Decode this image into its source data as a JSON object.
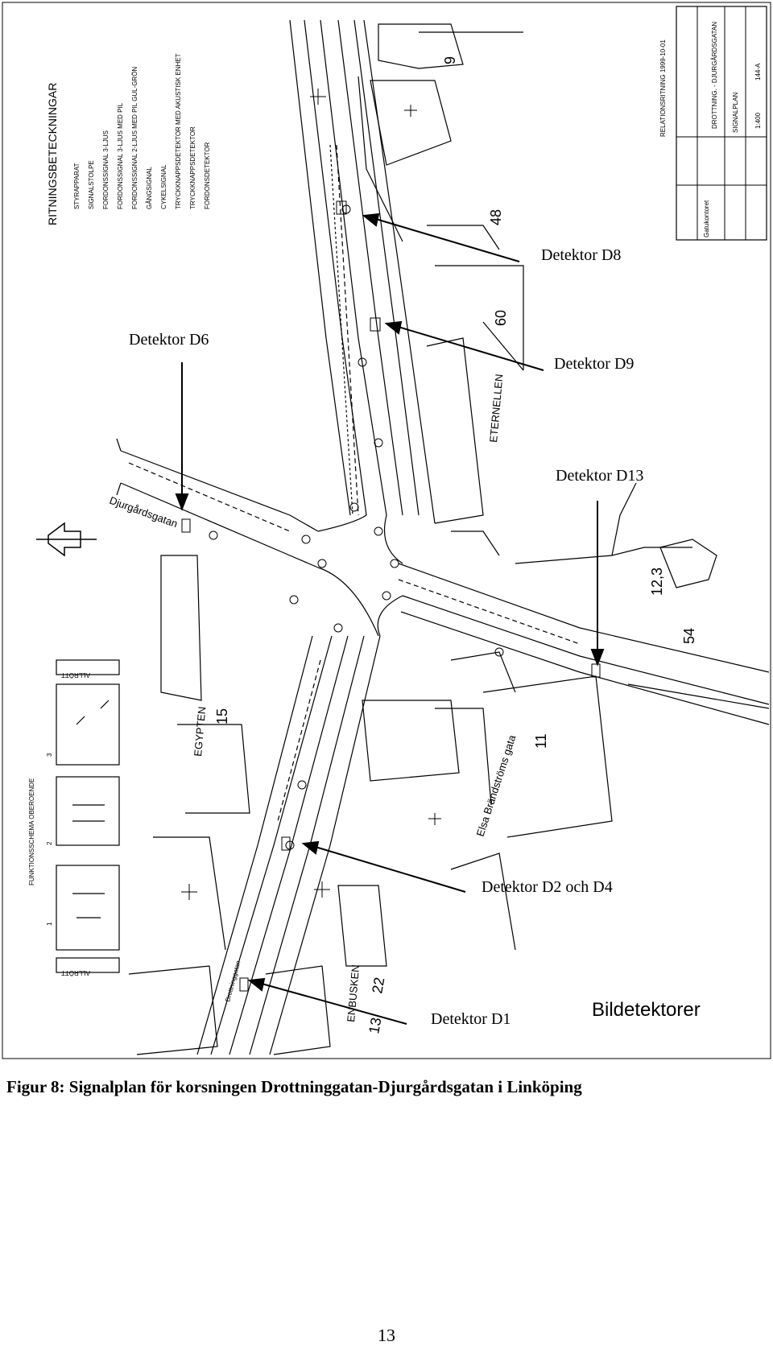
{
  "figure": {
    "title": "Bildetektorer",
    "detector_labels": {
      "d8": "Detektor D8",
      "d6": "Detektor D6",
      "d9": "Detektor D9",
      "d13": "Detektor D13",
      "d2_d4": "Detektor D2 och D4",
      "d1": "Detektor D1"
    },
    "legend": {
      "heading": "RITNINGSBETECKNINGAR",
      "items": [
        "STYRAPPARAT",
        "SIGNALSTOLPE",
        "FORDONSSIGNAL 3-LJUS",
        "FORDONSSIGNAL 3-LJUS MED PIL",
        "FORDONSSIGNAL 2-LJUS MED PIL GUL-GRÖN",
        "GÅNGSIGNAL",
        "CYKELSIGNAL",
        "TRYCKKNAPPSDETEKTOR MED AKUSTISK ENHET",
        "TRYCKKNAPPSDETEKTOR",
        "FORDONSDETEKTOR"
      ]
    },
    "title_block": {
      "heading": "RELATIONSRITNING 1999-10-01",
      "street": "DROTTNING. - DJURGÅRDSGATAN",
      "office": "Gatukontoret",
      "sheet": "SIGNALPLAN",
      "scale": "1:400",
      "drawing_no": "144-A"
    },
    "function_schema": {
      "heading": "FUNKTIONSSCHEMA OBEROENDE",
      "allrott": "ALLRÖTT",
      "phases": [
        "1",
        "2",
        "3"
      ]
    },
    "streets": {
      "djurgardsgatan": "Djurgårdsgatan",
      "elsa": "Elsa Brändströms gata",
      "drottninggatan": "Drottninggatan"
    },
    "places": {
      "eternellen": "ETERNELLEN",
      "egypten": "EGYPTEN",
      "enbusken": "ENBUSKEN"
    },
    "block_numbers": [
      "9",
      "48",
      "60",
      "12,3",
      "54",
      "15",
      "11",
      "22",
      "13"
    ]
  },
  "caption": "Figur 8: Signalplan för korsningen Drottninggatan-Djurgårdsgatan i Linköping",
  "page_number": "13"
}
